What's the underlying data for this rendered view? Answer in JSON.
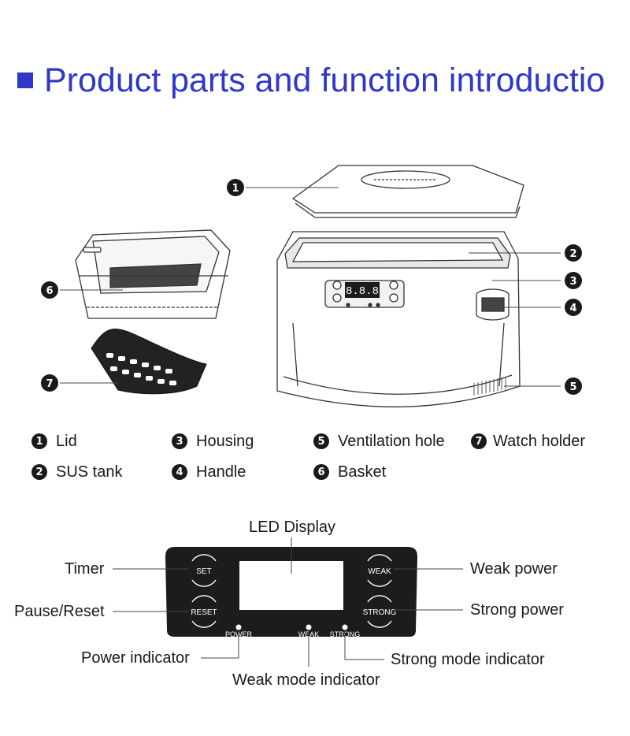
{
  "title": "Product parts and function introductio",
  "parts": [
    {
      "number": "1",
      "label": "Lid"
    },
    {
      "number": "2",
      "label": "SUS tank"
    },
    {
      "number": "3",
      "label": "Housing"
    },
    {
      "number": "4",
      "label": "Handle"
    },
    {
      "number": "5",
      "label": "Ventilation hole"
    },
    {
      "number": "6",
      "label": "Basket"
    },
    {
      "number": "7",
      "label": "Watch holder"
    }
  ],
  "device_display_text": "8.8.8",
  "control_panel": {
    "led_display": "LED Display",
    "timer": "Timer",
    "pause_reset": "Pause/Reset",
    "weak_power": "Weak power",
    "strong_power": "Strong power",
    "power_indicator": "Power indicator",
    "weak_mode_indicator": "Weak mode indicator",
    "strong_mode_indicator": "Strong mode indicator",
    "buttons": {
      "set": "SET",
      "reset": "RESET",
      "weak": "WEAK",
      "strong": "STRONG"
    },
    "indicators": {
      "power": "POWER",
      "weak": "WEAK",
      "strong": "STRONG"
    }
  },
  "colors": {
    "title": "#2f38c8",
    "panel": "#1c1c1c"
  }
}
